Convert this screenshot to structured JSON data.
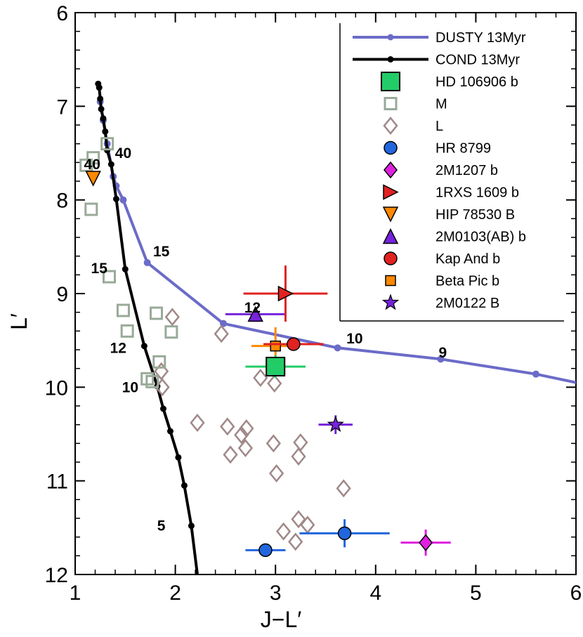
{
  "chart_data": {
    "type": "scatter",
    "title": "",
    "xlabel": "J−L′",
    "ylabel": "L′",
    "xlim": [
      1,
      6
    ],
    "ylim": [
      12,
      6
    ],
    "y_inverted": true,
    "xticks": [
      "1",
      "2",
      "3",
      "4",
      "5",
      "6"
    ],
    "yticks": [
      "6",
      "7",
      "8",
      "9",
      "10",
      "11",
      "12"
    ],
    "grid": false,
    "legend_position": "top-right",
    "colors": {
      "dusty": "#6b6bc8",
      "cond": "#000000",
      "hd106906": "#22cc66",
      "m_dwarf": "#99aa99",
      "l_dwarf": "#a08888",
      "hr8799": "#2266dd",
      "m1207": "#e020e0",
      "rxs1609": "#e02222",
      "hip78530": "#ff8800",
      "m0103": "#7722dd",
      "kapand": "#e02222",
      "betapic": "#ff8800",
      "m0122": "#7722dd"
    },
    "series": [
      {
        "name": "DUSTY 13Myr",
        "key": "dusty",
        "kind": "line",
        "x": [
          1.25,
          1.28,
          1.32,
          1.38,
          1.41,
          1.48,
          1.72,
          2.48,
          3.62,
          4.65,
          5.6,
          6.0
        ],
        "y": [
          6.95,
          7.15,
          7.4,
          7.75,
          7.85,
          8.0,
          8.67,
          9.32,
          9.58,
          9.7,
          9.86,
          9.95
        ],
        "marker_x": [
          1.25,
          1.28,
          1.32,
          1.38,
          1.41,
          1.48,
          1.72,
          2.48,
          3.62,
          4.65,
          5.6
        ],
        "marker_y": [
          6.95,
          7.15,
          7.4,
          7.75,
          7.85,
          8.0,
          8.67,
          9.32,
          9.58,
          9.7,
          9.86
        ]
      },
      {
        "name": "COND 13Myr",
        "key": "cond",
        "kind": "line",
        "x": [
          1.23,
          1.24,
          1.25,
          1.26,
          1.28,
          1.3,
          1.32,
          1.36,
          1.41,
          1.5,
          1.69,
          1.82,
          1.88,
          1.95,
          2.03,
          2.09,
          2.16,
          2.22
        ],
        "y": [
          6.76,
          6.8,
          6.92,
          7.03,
          7.13,
          7.27,
          7.47,
          7.62,
          7.99,
          8.74,
          9.56,
          9.99,
          10.23,
          10.47,
          10.75,
          11.05,
          11.48,
          12.0
        ],
        "marker_x": [
          1.23,
          1.24,
          1.25,
          1.26,
          1.28,
          1.3,
          1.32,
          1.36,
          1.41,
          1.5,
          1.69,
          1.82,
          1.88,
          1.95,
          2.03,
          2.09,
          2.16
        ],
        "marker_y": [
          6.76,
          6.8,
          6.92,
          7.03,
          7.13,
          7.27,
          7.47,
          7.62,
          7.99,
          8.74,
          9.56,
          9.99,
          10.23,
          10.47,
          10.75,
          11.05,
          11.48
        ]
      },
      {
        "name": "HD 106906 b",
        "key": "hd106906",
        "marker": "square-filled-big",
        "points": [
          {
            "x": 3.0,
            "y": 9.78,
            "xerr": 0.3,
            "yerr": 0.12
          }
        ]
      },
      {
        "name": "M",
        "key": "m_dwarf",
        "marker": "square-open",
        "points": [
          {
            "x": 1.32,
            "y": 7.4
          },
          {
            "x": 1.18,
            "y": 7.55
          },
          {
            "x": 1.11,
            "y": 7.63
          },
          {
            "x": 1.16,
            "y": 8.1
          },
          {
            "x": 1.34,
            "y": 8.82
          },
          {
            "x": 1.48,
            "y": 9.18
          },
          {
            "x": 1.52,
            "y": 9.4
          },
          {
            "x": 1.81,
            "y": 9.21
          },
          {
            "x": 1.96,
            "y": 9.41
          },
          {
            "x": 1.84,
            "y": 9.73
          },
          {
            "x": 1.72,
            "y": 9.91
          },
          {
            "x": 1.77,
            "y": 9.94
          }
        ]
      },
      {
        "name": "L",
        "key": "l_dwarf",
        "marker": "diamond-open",
        "points": [
          {
            "x": 1.97,
            "y": 9.25
          },
          {
            "x": 2.46,
            "y": 9.43
          },
          {
            "x": 1.86,
            "y": 9.83
          },
          {
            "x": 1.87,
            "y": 10.0
          },
          {
            "x": 2.85,
            "y": 9.9
          },
          {
            "x": 2.99,
            "y": 9.96
          },
          {
            "x": 2.22,
            "y": 10.38
          },
          {
            "x": 2.52,
            "y": 10.42
          },
          {
            "x": 2.66,
            "y": 10.51
          },
          {
            "x": 2.71,
            "y": 10.44
          },
          {
            "x": 2.55,
            "y": 10.72
          },
          {
            "x": 2.7,
            "y": 10.65
          },
          {
            "x": 2.98,
            "y": 10.6
          },
          {
            "x": 3.25,
            "y": 10.59
          },
          {
            "x": 3.23,
            "y": 10.74
          },
          {
            "x": 3.01,
            "y": 10.92
          },
          {
            "x": 3.68,
            "y": 11.08
          },
          {
            "x": 3.23,
            "y": 11.41
          },
          {
            "x": 3.32,
            "y": 11.47
          },
          {
            "x": 3.08,
            "y": 11.54
          },
          {
            "x": 3.2,
            "y": 11.65
          }
        ]
      },
      {
        "name": "HR 8799",
        "key": "hr8799",
        "marker": "circle-filled",
        "points": [
          {
            "x": 2.9,
            "y": 11.74,
            "xerr": 0.2,
            "yerr": 0.0
          },
          {
            "x": 3.69,
            "y": 11.56,
            "xerr": 0.45,
            "yerr": 0.15
          }
        ]
      },
      {
        "name": "2M1207 b",
        "key": "m1207",
        "marker": "diamond-filled",
        "points": [
          {
            "x": 4.5,
            "y": 11.66,
            "xerr": 0.25,
            "yerr": 0.14
          }
        ]
      },
      {
        "name": "1RXS 1609 b",
        "key": "rxs1609",
        "marker": "triangle-right",
        "points": [
          {
            "x": 3.1,
            "y": 9.0,
            "xerr": 0.42,
            "yerr": 0.3
          }
        ]
      },
      {
        "name": "HIP 78530 B",
        "key": "hip78530",
        "marker": "triangle-down",
        "points": [
          {
            "x": 1.18,
            "y": 7.77,
            "xerr": 0.0,
            "yerr": 0.0
          }
        ]
      },
      {
        "name": "2M0103(AB) b",
        "key": "m0103",
        "marker": "triangle-up",
        "points": [
          {
            "x": 2.8,
            "y": 9.22,
            "xerr": 0.3,
            "yerr": 0.05
          }
        ]
      },
      {
        "name": "Kap And b",
        "key": "kapand",
        "marker": "circle-filled",
        "points": [
          {
            "x": 3.18,
            "y": 9.54,
            "xerr": 0.3,
            "yerr": 0.05
          }
        ]
      },
      {
        "name": "Beta Pic b",
        "key": "betapic",
        "marker": "square-filled",
        "points": [
          {
            "x": 3.0,
            "y": 9.56,
            "xerr": 0.24,
            "yerr": 0.2
          }
        ]
      },
      {
        "name": "2M0122 B",
        "key": "m0122",
        "marker": "star",
        "points": [
          {
            "x": 3.6,
            "y": 10.4,
            "xerr": 0.17,
            "yerr": 0.1
          }
        ]
      }
    ],
    "annotations": [
      {
        "text": "40",
        "x": 1.17,
        "y": 7.62
      },
      {
        "text": "40",
        "x": 1.48,
        "y": 7.5
      },
      {
        "text": "15",
        "x": 1.86,
        "y": 8.55
      },
      {
        "text": "15",
        "x": 1.24,
        "y": 8.73
      },
      {
        "text": "12",
        "x": 2.77,
        "y": 9.15
      },
      {
        "text": "12",
        "x": 1.43,
        "y": 9.58
      },
      {
        "text": "10",
        "x": 3.79,
        "y": 9.48
      },
      {
        "text": "10",
        "x": 1.55,
        "y": 10.0
      },
      {
        "text": "9",
        "x": 4.67,
        "y": 9.63
      },
      {
        "text": "5",
        "x": 1.86,
        "y": 11.48
      }
    ]
  }
}
